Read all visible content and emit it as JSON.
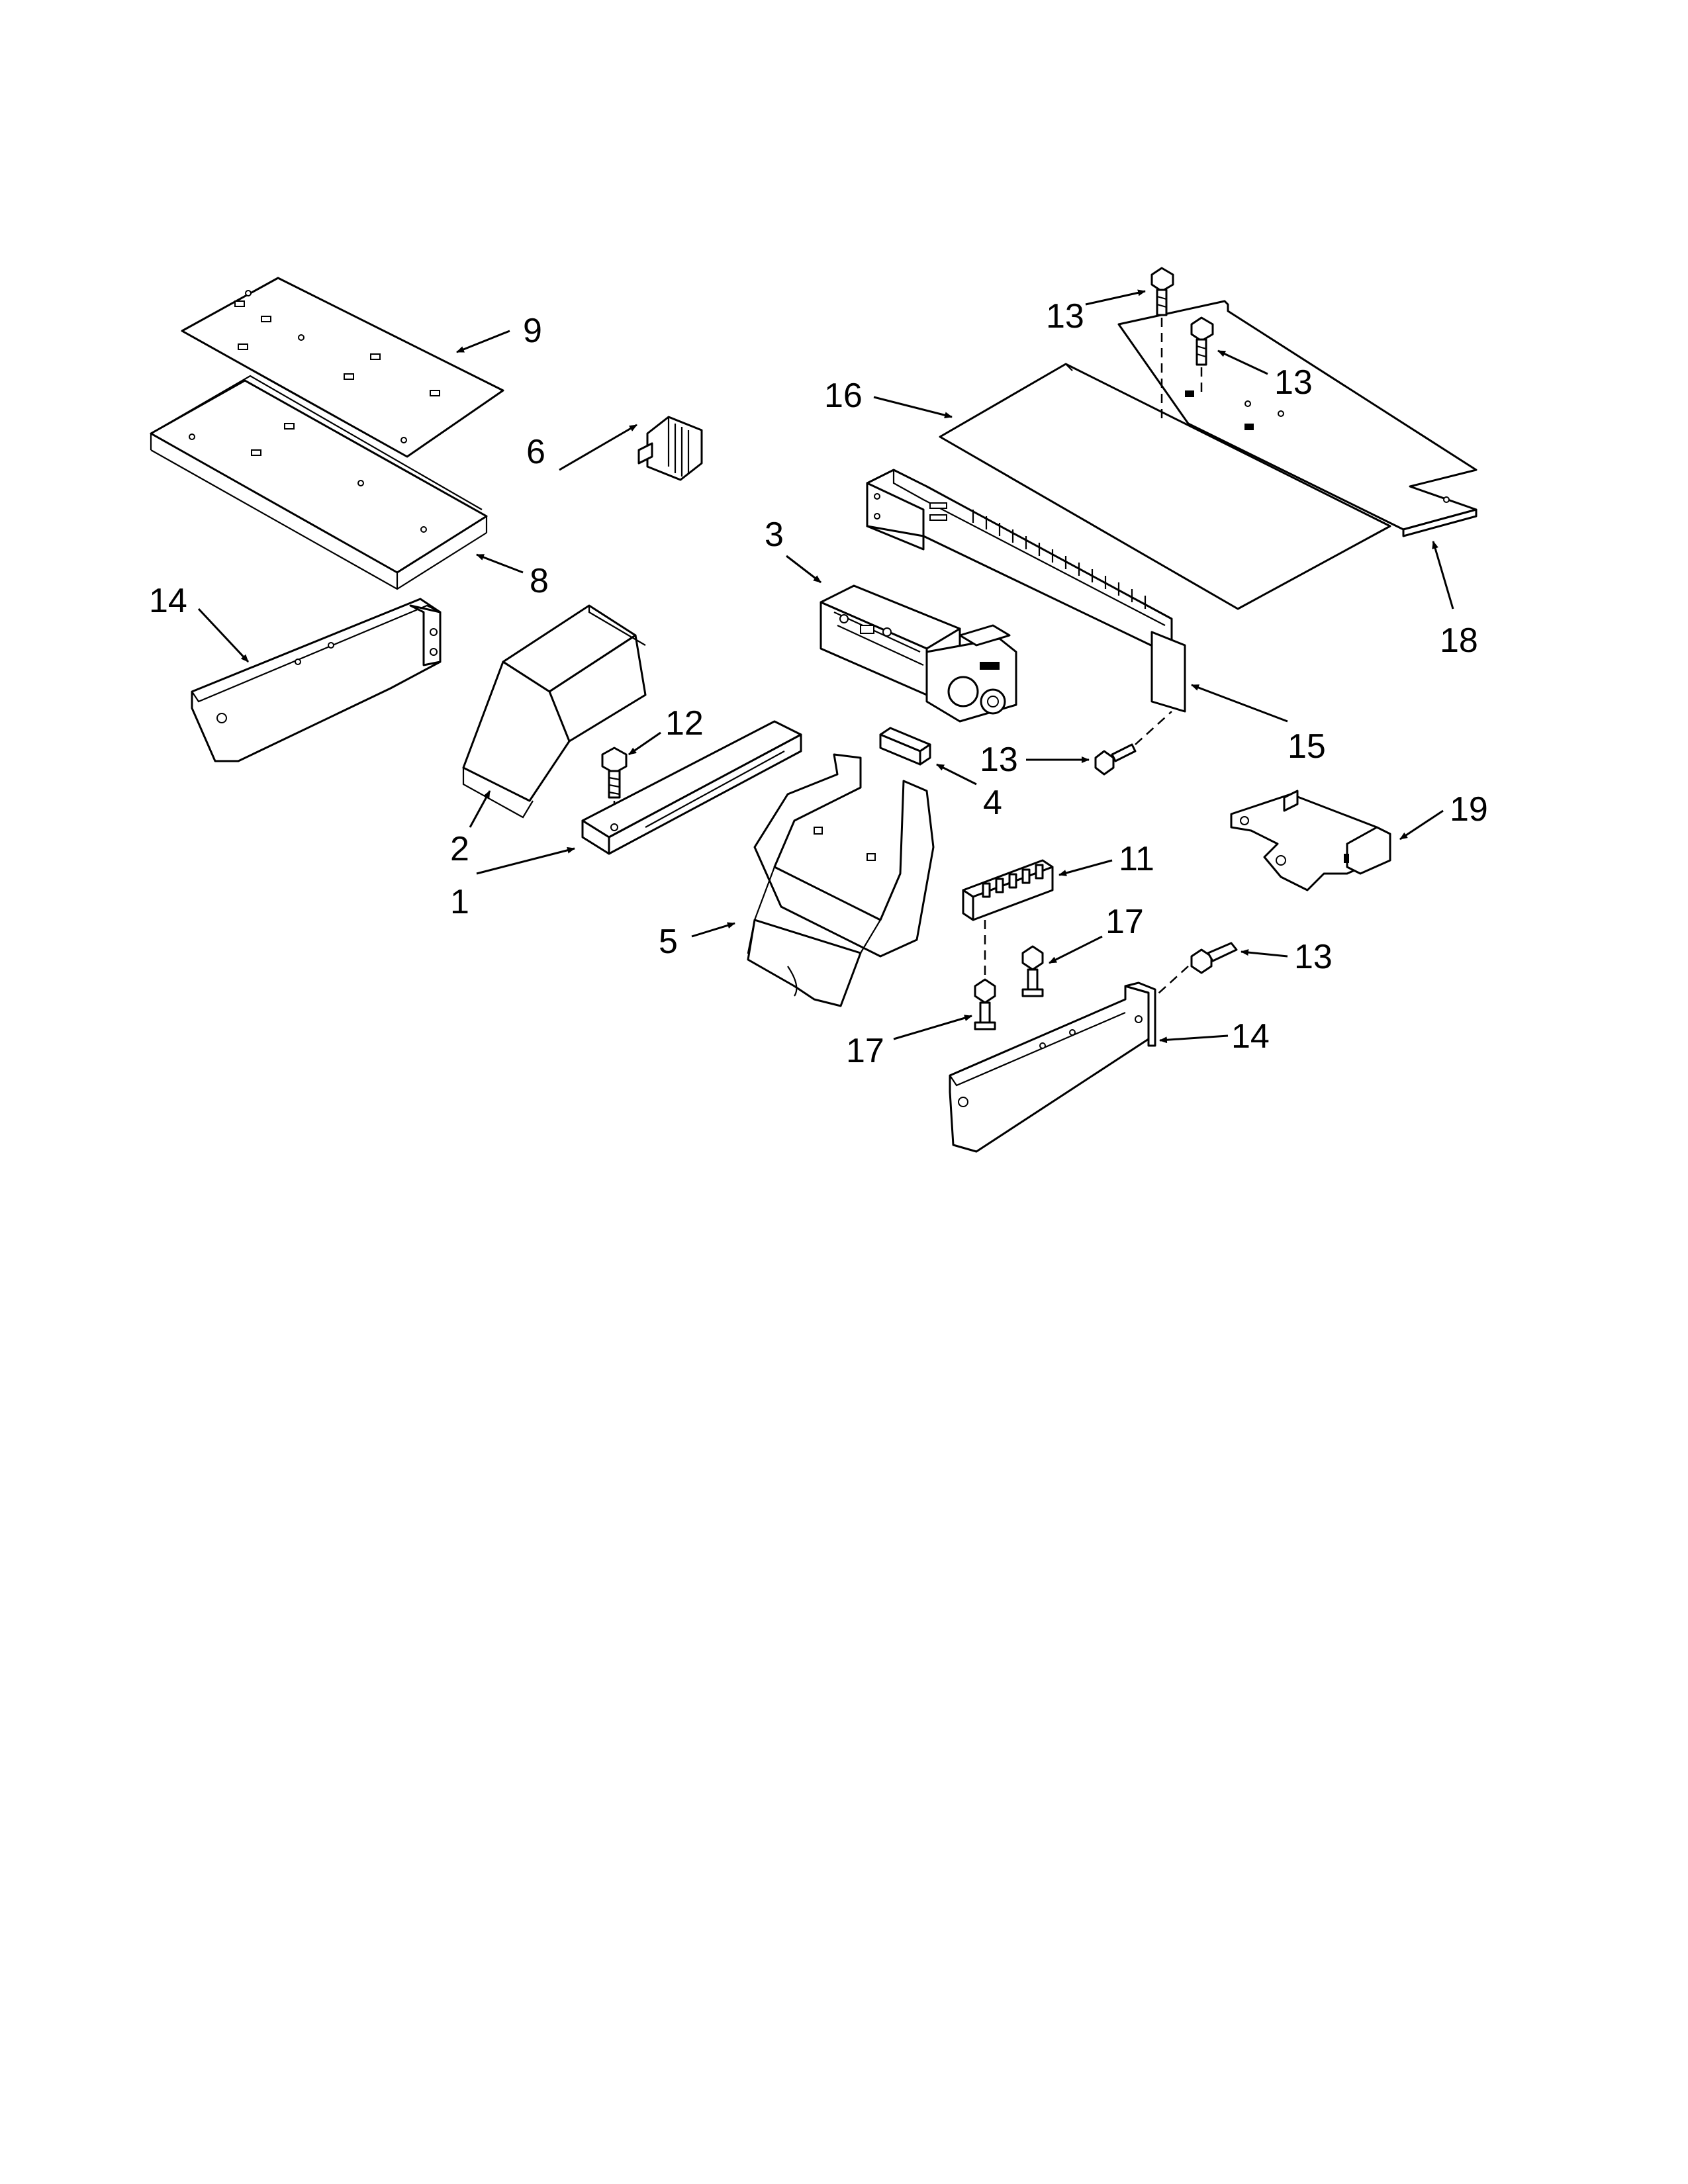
{
  "callouts": [
    {
      "id": "c9",
      "label": "9"
    },
    {
      "id": "c8",
      "label": "8"
    },
    {
      "id": "c6",
      "label": "6"
    },
    {
      "id": "c14a",
      "label": "14"
    },
    {
      "id": "c2",
      "label": "2"
    },
    {
      "id": "c12",
      "label": "12"
    },
    {
      "id": "c1",
      "label": "1"
    },
    {
      "id": "c3",
      "label": "3"
    },
    {
      "id": "c4",
      "label": "4"
    },
    {
      "id": "c5",
      "label": "5"
    },
    {
      "id": "c13a",
      "label": "13"
    },
    {
      "id": "c13b",
      "label": "13"
    },
    {
      "id": "c16",
      "label": "16"
    },
    {
      "id": "c18",
      "label": "18"
    },
    {
      "id": "c13c",
      "label": "13"
    },
    {
      "id": "c15",
      "label": "15"
    },
    {
      "id": "c19",
      "label": "19"
    },
    {
      "id": "c11",
      "label": "11"
    },
    {
      "id": "c17a",
      "label": "17"
    },
    {
      "id": "c13d",
      "label": "13"
    },
    {
      "id": "c17b",
      "label": "17"
    },
    {
      "id": "c14b",
      "label": "14"
    }
  ],
  "colors": {
    "line": "#000000",
    "background": "#ffffff"
  }
}
